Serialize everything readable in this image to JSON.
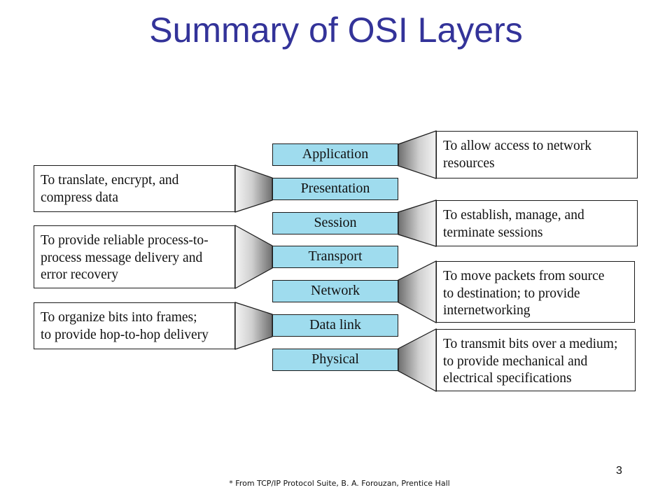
{
  "title": "Summary of OSI Layers",
  "layers": [
    "Application",
    "Presentation",
    "Session",
    "Transport",
    "Network",
    "Data link",
    "Physical"
  ],
  "descriptions": {
    "application": "To allow access to network\nresources",
    "presentation": "To translate, encrypt, and\ncompress data",
    "session": "To establish, manage, and\nterminate sessions",
    "transport": "To provide reliable process-to-\nprocess message delivery and\nerror recovery",
    "network": "To move packets from source\nto destination; to provide\ninternetworking",
    "data_link": "To organize bits into frames;\nto provide hop-to-hop delivery",
    "physical": "To transmit bits over a medium;\nto provide mechanical and\nelectrical specifications"
  },
  "colors": {
    "title": "#333399",
    "layer_fill": "#9fdcee"
  },
  "page_number": "3",
  "footnote": "* From TCP/IP Protocol Suite, B. A. Forouzan, Prentice Hall"
}
